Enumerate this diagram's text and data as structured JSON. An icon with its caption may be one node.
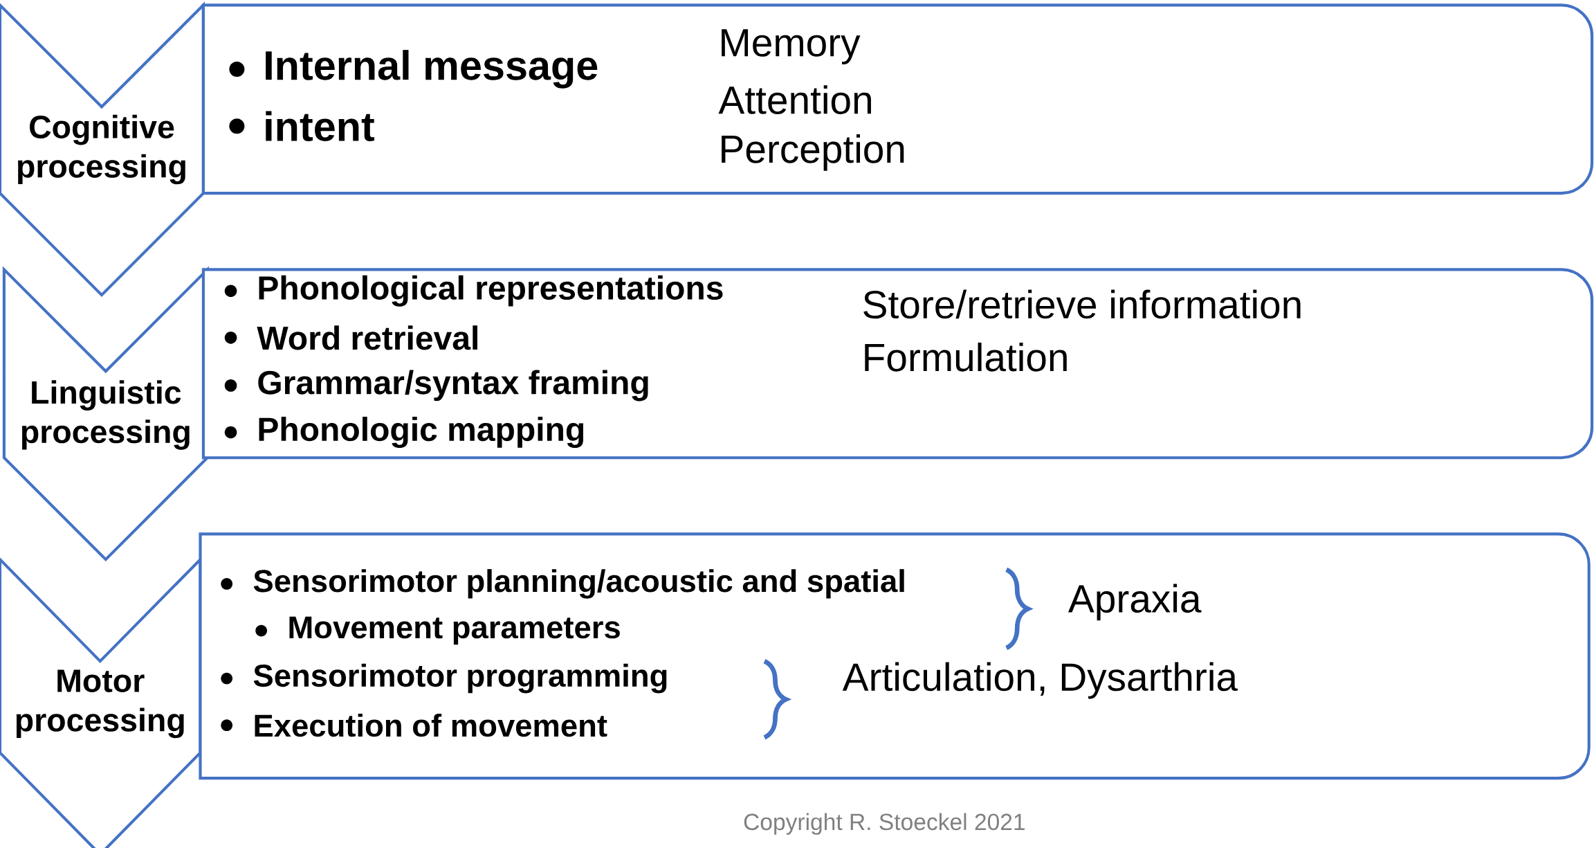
{
  "diagram": {
    "nodes": [
      {
        "text": [
          "Cognitive processing"
        ]
      },
      {
        "text": [
          "Internal message",
          "intent",
          "Memory",
          "Attention",
          "Perception"
        ]
      },
      {
        "text": [
          "Linguistic processing"
        ]
      },
      {
        "text": [
          "Phonological representations",
          "Word retrieval",
          "Grammar/syntax framing",
          "Phonologic mapping",
          "Store/retrieve information",
          "Formulation"
        ]
      },
      {
        "text": [
          "Motor processing"
        ]
      },
      {
        "text": [
          "Sensorimotor planning/acoustic and spatial",
          "Movement parameters",
          "Sensorimotor programming",
          "Execution of movement",
          "Apraxia",
          "Articulation, Dysarthria"
        ]
      }
    ],
    "labels": [
      "Copyright R. Stoeckel 2021"
    ]
  }
}
